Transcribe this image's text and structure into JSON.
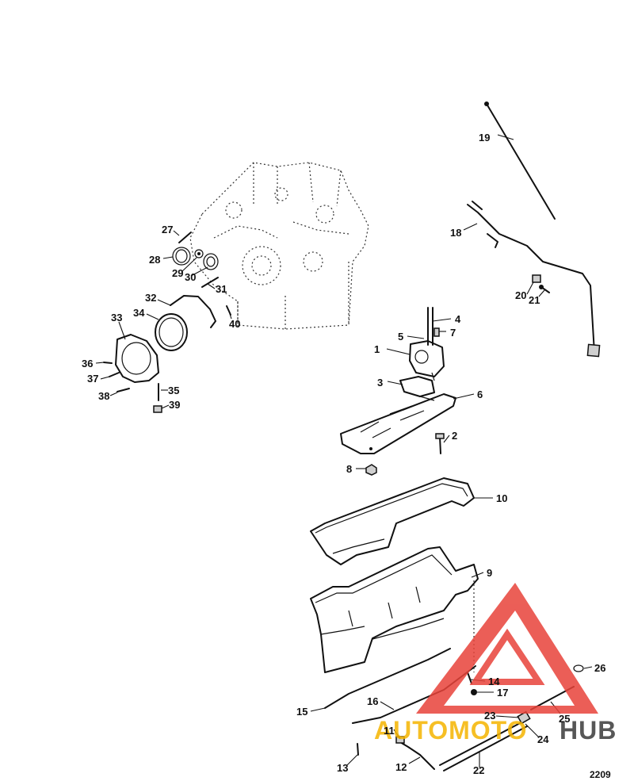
{
  "diagram": {
    "figure_number": "2209",
    "part_labels": [
      "1",
      "2",
      "3",
      "4",
      "5",
      "6",
      "7",
      "8",
      "9",
      "10",
      "11",
      "12",
      "13",
      "14",
      "15",
      "16",
      "17",
      "18",
      "19",
      "20",
      "21",
      "22",
      "23",
      "24",
      "25",
      "26",
      "27",
      "28",
      "29",
      "30",
      "31",
      "32",
      "33",
      "34",
      "35",
      "36",
      "37",
      "38",
      "39",
      "40"
    ]
  },
  "watermark": {
    "text_part1": "AUTOMOTO",
    "text_part2": "HUB",
    "color_primary": "#e8433a",
    "color_secondary": "#f5b400",
    "color_dark": "#3a3a3a"
  }
}
